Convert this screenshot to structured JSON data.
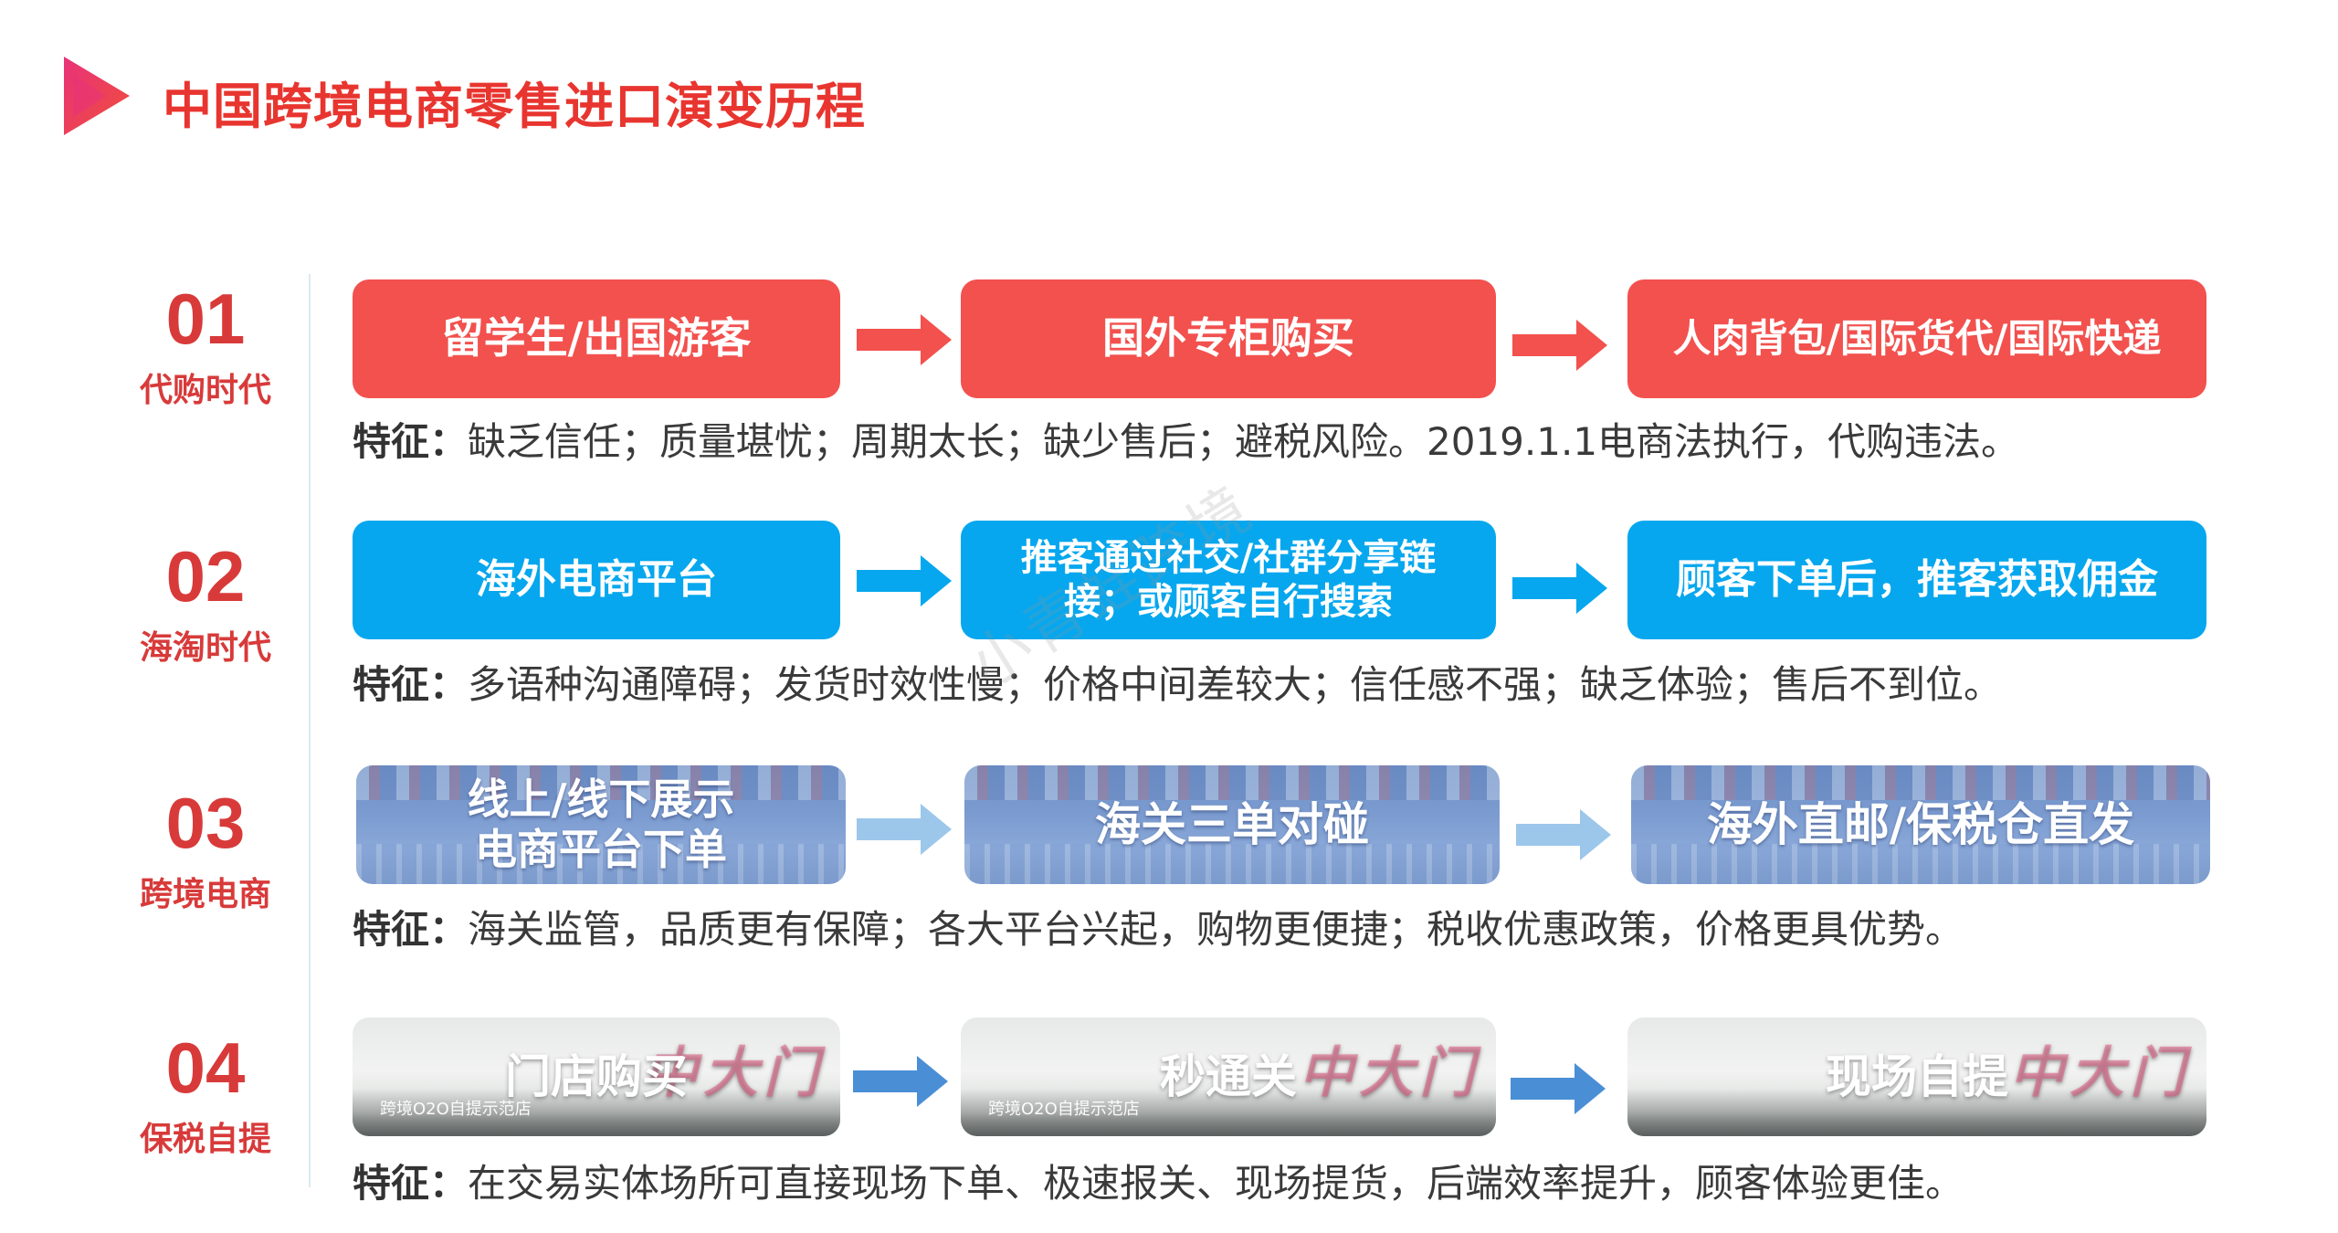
{
  "header": {
    "title": "中国跨境电商零售进口演变历程",
    "icon": "play-triangle-icon",
    "accent_color": "#e8352f"
  },
  "eras": [
    {
      "number": "01",
      "name": "代购时代",
      "steps": [
        "留学生/出国游客",
        "国外专柜购买",
        "人肉背包/国际货代/国际快递"
      ],
      "feature_label": "特征：",
      "feature_text": "缺乏信任；质量堪忧；周期太长；缺少售后；避税风险。2019.1.1电商法执行，代购违法。"
    },
    {
      "number": "02",
      "name": "海淘时代",
      "steps": [
        "海外电商平台",
        "推客通过社交/社群分享链\n接；或顾客自行搜索",
        "顾客下单后，推客获取佣金"
      ],
      "feature_label": "特征：",
      "feature_text": "多语种沟通障碍；发货时效性慢；价格中间差较大；信任感不强；缺乏体验；售后不到位。"
    },
    {
      "number": "03",
      "name": "跨境电商",
      "steps": [
        "线上/线下展示\n电商平台下单",
        "海关三单对碰",
        "海外直邮/保税仓直发"
      ],
      "feature_label": "特征：",
      "feature_text": "海关监管，品质更有保障；各大平台兴起，购物更便捷；税收优惠政策，价格更具优势。"
    },
    {
      "number": "04",
      "name": "保税自提",
      "steps": [
        "门店购买",
        "秒通关",
        "现场自提"
      ],
      "store_caption": "跨境O2O自提示范店",
      "feature_label": "特征：",
      "feature_text": "在交易实体场所可直接现场下单、极速报关、现场提货，后端效率提升，顾客体验更佳。"
    }
  ],
  "watermark": "小青蛙跨境",
  "colors": {
    "red_box": "#f2514e",
    "blue_box": "#06a7ee",
    "era_label": "#d83a3a",
    "red_arrow": "#f2514e",
    "blue_arrow": "#06a7ee",
    "light_blue_arrow": "#9cc7ea",
    "steel_blue_arrow": "#4a8fd6"
  }
}
